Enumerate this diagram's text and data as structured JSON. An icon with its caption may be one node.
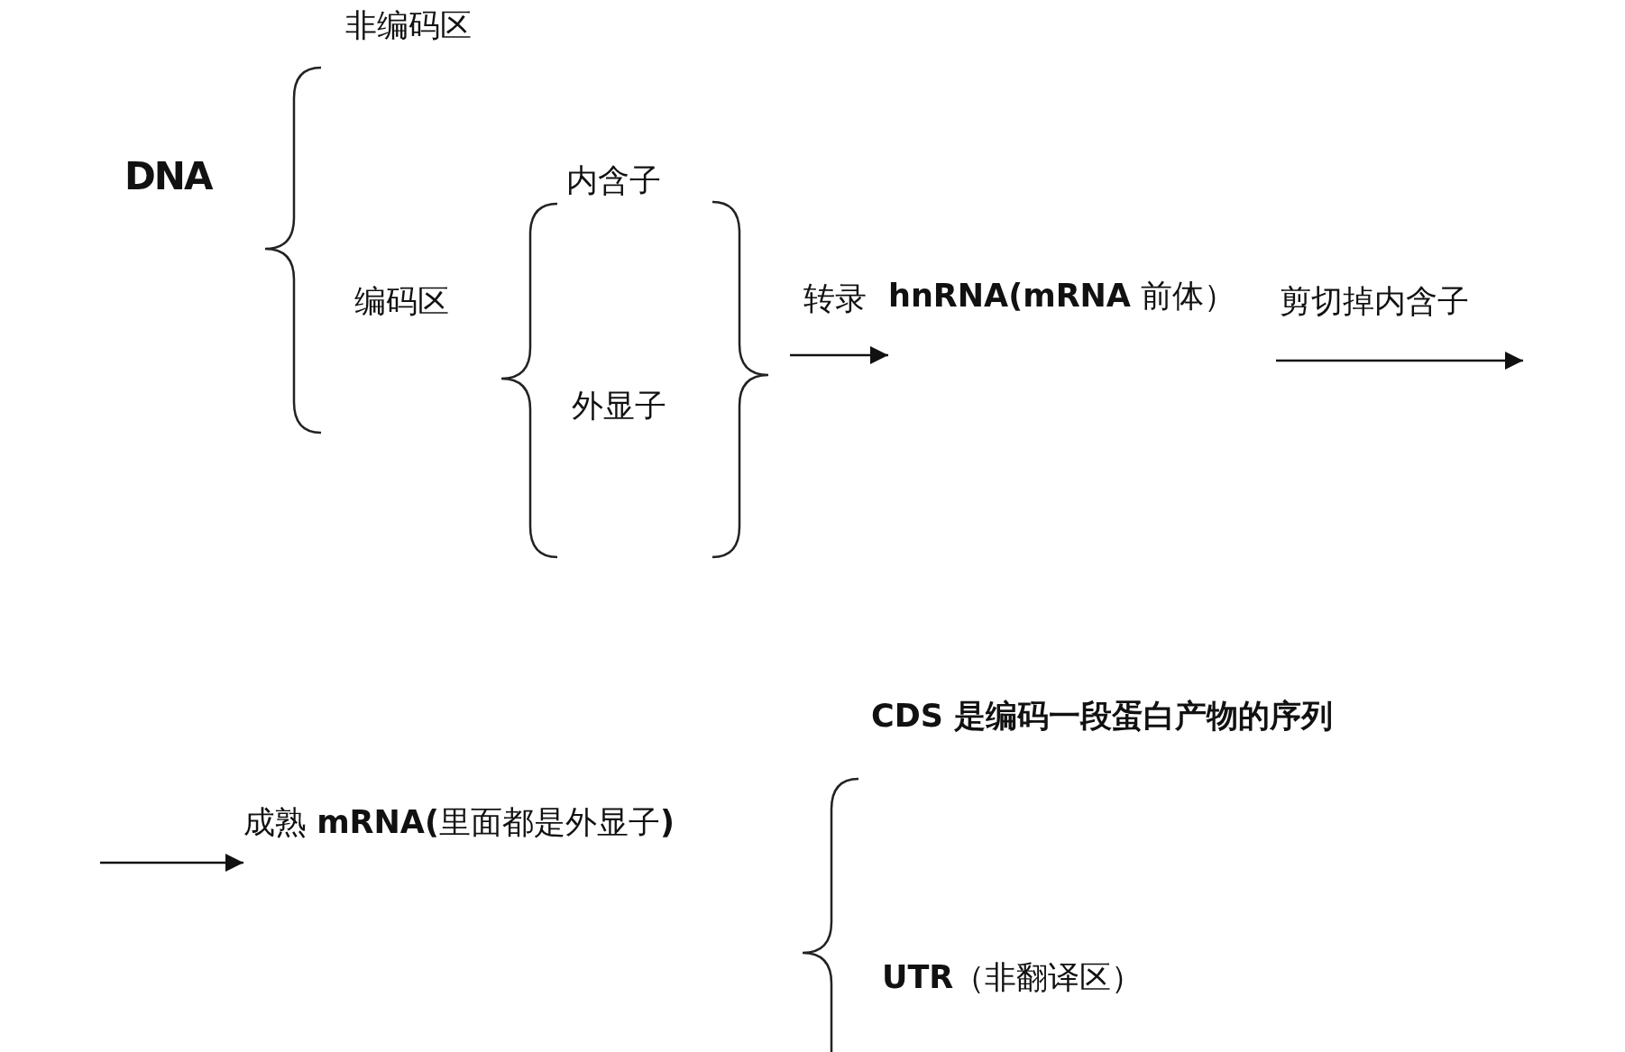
{
  "diagram": {
    "nodes": [
      {
        "text": [
          "非编码区"
        ]
      },
      {
        "text": [
          "DNA"
        ]
      },
      {
        "text": [
          "内含子"
        ]
      },
      {
        "text": [
          "编码区"
        ]
      },
      {
        "text": [
          "外显子"
        ]
      },
      {
        "text": [
          "**hnRNA(mRNA** 前体）"
        ]
      },
      {
        "text": [
          "成熟 **mRNA(**里面都是外显子**)**"
        ]
      },
      {
        "text": [
          "**CDS** 是编码一段蛋白产物的序列"
        ]
      },
      {
        "text": [
          "**UTR**（非翻译区）"
        ]
      }
    ],
    "edges": [
      {
        "from": null,
        "to": 5,
        "arrow": "to",
        "label": "转录"
      },
      {
        "from": 5,
        "to": null,
        "arrow": "to",
        "label": "剪切掉内含子"
      },
      {
        "from": null,
        "to": 6,
        "arrow": "to"
      }
    ]
  }
}
